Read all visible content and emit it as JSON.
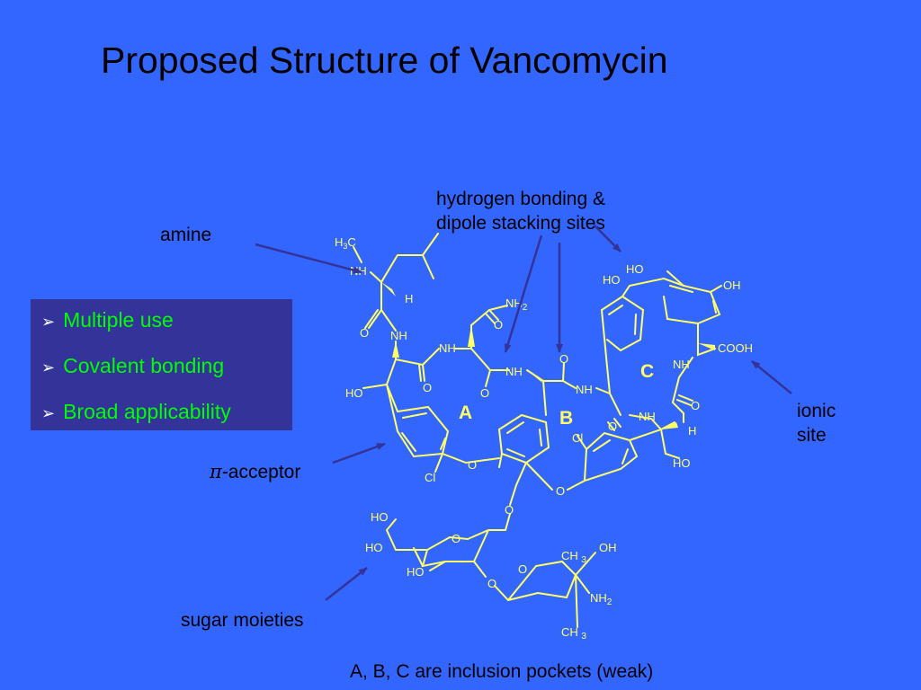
{
  "title": "Proposed Structure of Vancomycin",
  "bullets": [
    "Multiple use",
    "Covalent bonding",
    "Broad applicability"
  ],
  "labels": {
    "amine": "amine",
    "hbond_line1": "hydrogen bonding &",
    "hbond_line2": "dipole stacking sites",
    "ionic_line1": "ionic",
    "ionic_line2": "site",
    "pi_symbol": "π",
    "pi_text": "-acceptor",
    "sugar": "sugar moieties",
    "pockets": "A, B, C are inclusion pockets (weak)"
  },
  "pockets": {
    "a": "A",
    "b": "B",
    "c": "C"
  },
  "atoms": {
    "h3c": "H3C",
    "nh": "NH",
    "h": "H",
    "o": "O",
    "ho": "HO",
    "oh": "OH",
    "nh2": "NH2",
    "cl": "Cl",
    "cooh": "COOH",
    "ch3": "CH3"
  },
  "colors": {
    "background": "#3366ff",
    "structure": "#ffff66",
    "arrow": "#333399",
    "bullet_box": "#333399",
    "bullet_text": "#00ff00"
  }
}
